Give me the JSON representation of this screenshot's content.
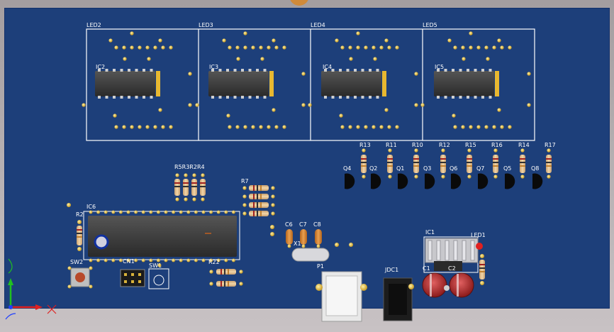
{
  "board": {
    "colors": {
      "substrate": "#1d3f7a",
      "silkscreen": "#ffffff",
      "pad": "#d8b23a",
      "chip": "#3a3a3a",
      "background": "#b8b2b4"
    },
    "displays": [
      "LED2",
      "LED3",
      "LED4",
      "LED5"
    ],
    "display_ics": [
      "IC2",
      "IC3",
      "IC4",
      "IC5"
    ],
    "transistor_resistors": [
      "R13",
      "R11",
      "R10",
      "R12",
      "R15",
      "R16",
      "R14",
      "R17"
    ],
    "transistors": [
      "Q4",
      "Q2",
      "Q1",
      "Q3",
      "Q6",
      "Q7",
      "Q5",
      "Q8"
    ],
    "resistor_array": "R5R3R2R4",
    "r7": "R7",
    "mcu": "IC6",
    "r2": "R2",
    "switches": {
      "sw2": "SW2",
      "sw1": "SW1",
      "cn1": "CN1"
    },
    "r22": "R22",
    "capacitors": [
      "C6",
      "C7",
      "C8"
    ],
    "crystal": "X1",
    "usb": "P1",
    "dc_jack": "JDC1",
    "regulator": "IC1",
    "led1": "LED1",
    "electrolytics": [
      "C1",
      "C2"
    ]
  },
  "axes": {
    "x": "X",
    "y": "Y",
    "z": "Z"
  }
}
